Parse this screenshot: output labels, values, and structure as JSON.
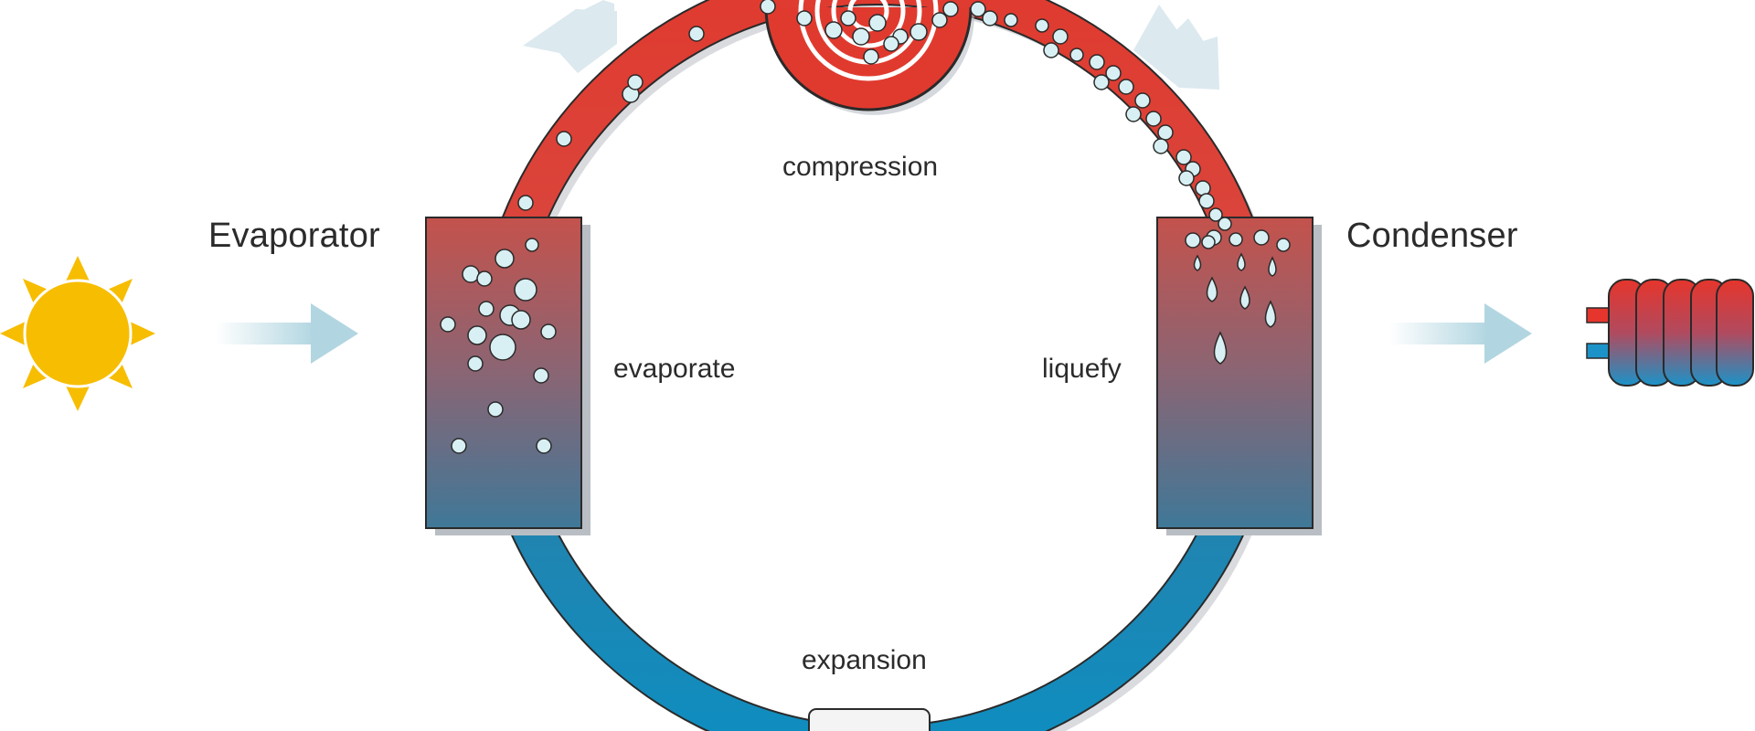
{
  "labels": {
    "evaporator": "Evaporator",
    "condenser": "Condenser",
    "compression": "compression",
    "evaporate": "evaporate",
    "liquefy": "liquefy",
    "expansion": "expansion"
  },
  "colors": {
    "hot": "#e03a2f",
    "warm_box": "#c0504d",
    "cold": "#1a8fbf",
    "bubble": "#d8f0f4",
    "sun": "#f7bd00",
    "arrow": "#b8d8e2",
    "outline": "#2a2a2a"
  },
  "icons": {
    "heat_source": "sun-icon",
    "heat_output": "heating-coil-icon",
    "flow_in": "arrow-right-icon",
    "flow_out": "arrow-right-icon",
    "airflow_left": "airflow-chevron-icon",
    "airflow_right": "airflow-chevron-icon"
  }
}
